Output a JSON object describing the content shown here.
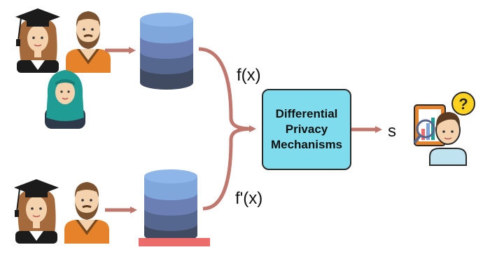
{
  "labels": {
    "query_original": "f(x)",
    "query_neighbor": "f'(x)",
    "output": "s"
  },
  "mechanism": {
    "line1": "Differential",
    "line2": "Privacy",
    "line3": "Mechanisms"
  },
  "colors": {
    "arrow": "#c0786e",
    "db_top": "#7fa7dc",
    "db_mid": "#6b7fb4",
    "db_low": "#55668f",
    "db_base": "#404a60",
    "removed_bar": "#ec6b6b",
    "mechanism_fill": "#7fdcec",
    "skin": "#f4d2ad",
    "hijab": "#1f9c93",
    "robe_orange": "#e6832a",
    "cap": "#1b1b1b"
  },
  "icons": {
    "top_group": [
      "graduate-woman-icon",
      "bearded-man-icon",
      "hijab-woman-icon"
    ],
    "bottom_group": [
      "graduate-woman-icon",
      "bearded-man-icon"
    ],
    "databases": [
      "database-icon",
      "database-icon"
    ],
    "observer": "analyst-with-question-icon"
  }
}
